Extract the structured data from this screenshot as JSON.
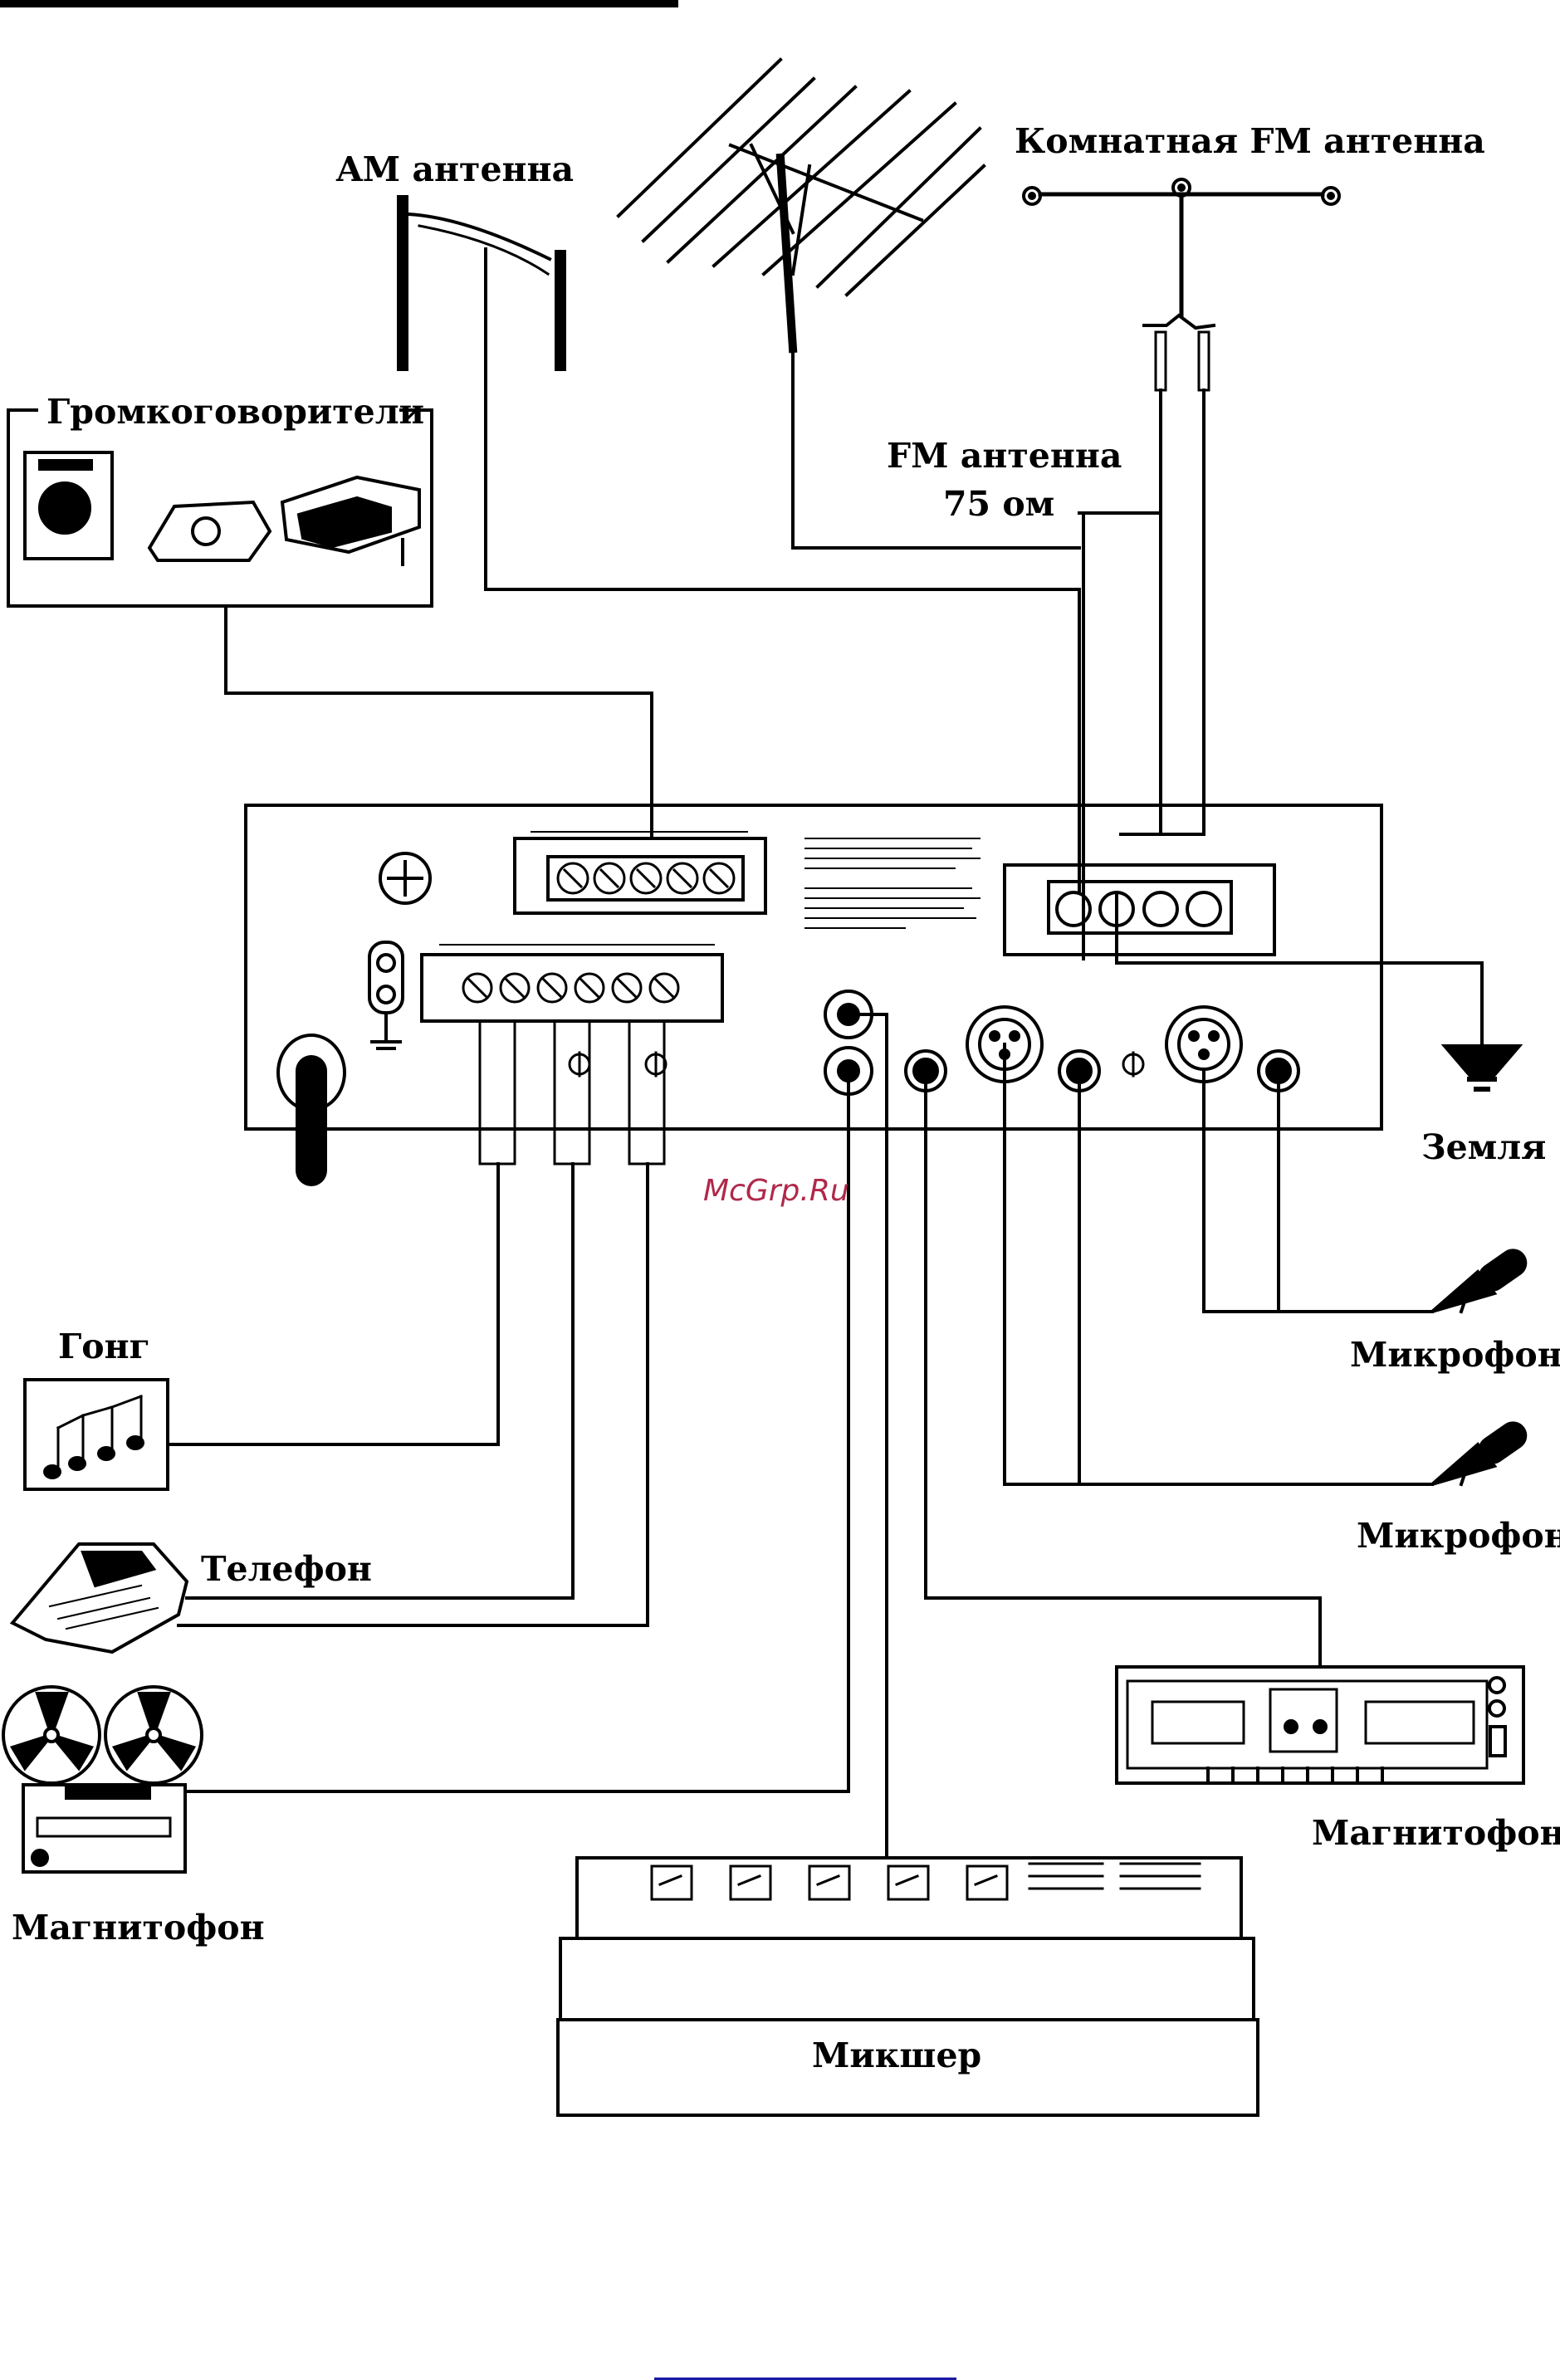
{
  "labels": {
    "am_antenna": "AM антенна",
    "indoor_fm_antenna": "Комнатная FM антенна",
    "speakers": "Громкоговорители",
    "fm_antenna": "FM антенна",
    "fm_impedance": "75 ом",
    "ground": "Земля",
    "chime": "Гонг",
    "telephone": "Телефон",
    "tape_recorder_reel": "Магнитофон",
    "microphone_1": "Микрофон",
    "microphone_2": "Микрофон",
    "cassette_deck": "Магнитофон",
    "mixer": "Микшер"
  },
  "watermark": {
    "text": "McGrp.Ru",
    "color": "#b0284a"
  },
  "colors": {
    "line": "#000000",
    "background": "#ffffff",
    "link_underline": "#1a1aa6"
  }
}
